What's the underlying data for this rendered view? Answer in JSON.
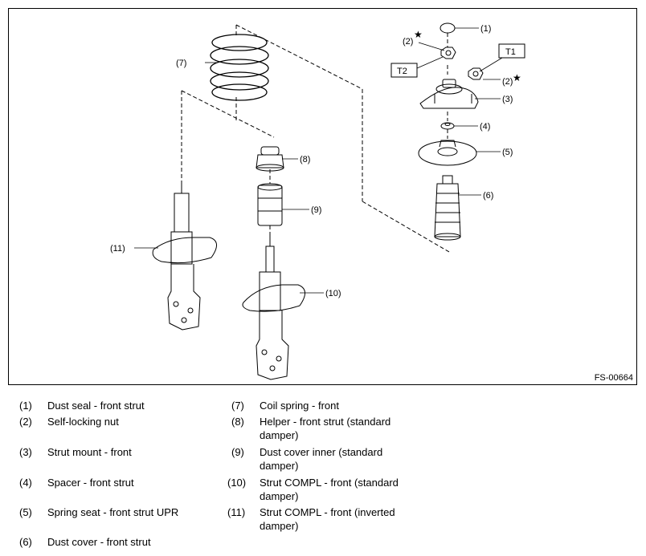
{
  "figure_code": "FS-00664",
  "torque_labels": {
    "t1": "T1",
    "t2": "T2"
  },
  "callouts": {
    "c1": "(1)",
    "c2a": "(2)",
    "c2b": "(2)",
    "c3": "(3)",
    "c4": "(4)",
    "c5": "(5)",
    "c6": "(6)",
    "c7": "(7)",
    "c8": "(8)",
    "c9": "(9)",
    "c10": "(10)",
    "c11": "(11)"
  },
  "legend": {
    "left": [
      {
        "num": "(1)",
        "text": "Dust seal - front strut"
      },
      {
        "num": "(2)",
        "text": "Self-locking nut"
      },
      {
        "num": "(3)",
        "text": "Strut mount - front"
      },
      {
        "num": "(4)",
        "text": "Spacer - front strut"
      },
      {
        "num": "(5)",
        "text": "Spring seat - front strut UPR"
      },
      {
        "num": "(6)",
        "text": "Dust cover - front strut"
      }
    ],
    "right": [
      {
        "num": "(7)",
        "text": "Coil spring - front",
        "text2": ""
      },
      {
        "num": "(8)",
        "text": "Helper - front strut (standard",
        "text2": "damper)"
      },
      {
        "num": "(9)",
        "text": "Dust cover inner (standard",
        "text2": "damper)"
      },
      {
        "num": "(10)",
        "text": "Strut COMPL - front (standard",
        "text2": "damper)"
      },
      {
        "num": "(11)",
        "text": "Strut COMPL - front (inverted",
        "text2": "damper)"
      }
    ]
  }
}
